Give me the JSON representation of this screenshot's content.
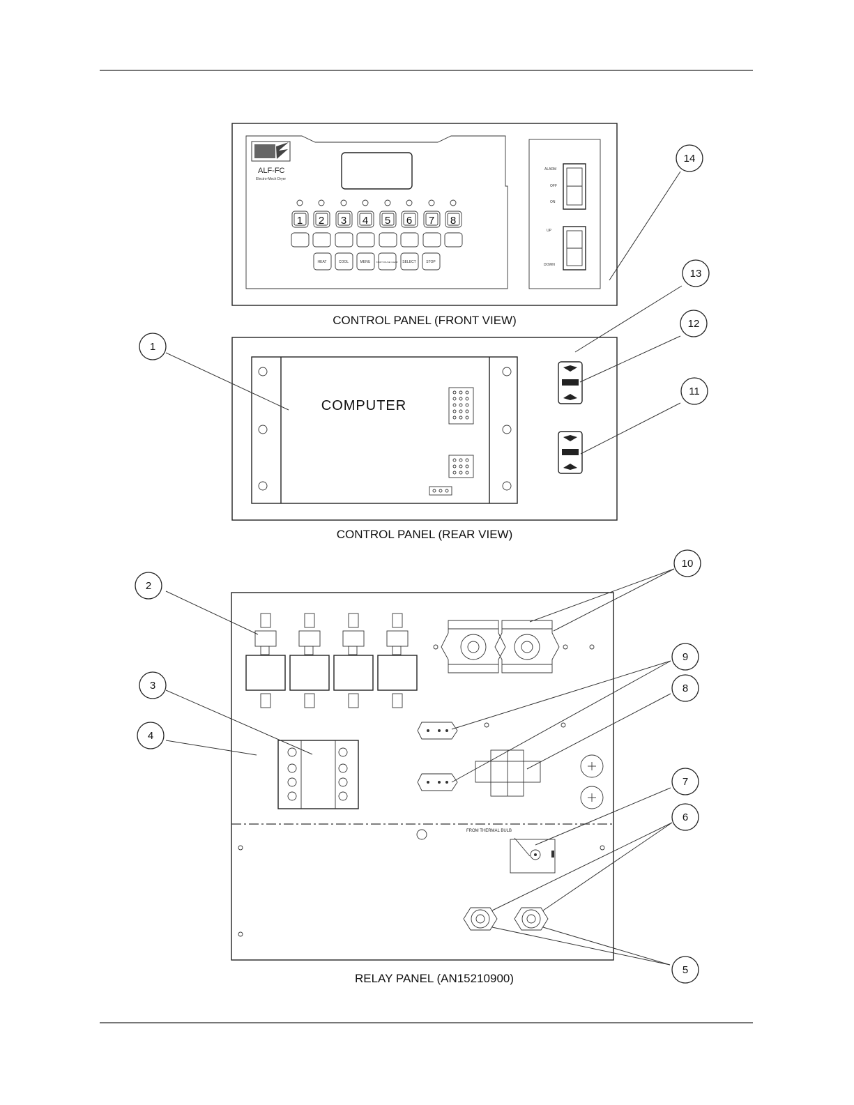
{
  "captions": {
    "front_view": "CONTROL PANEL (FRONT VIEW)",
    "rear_view": "CONTROL PANEL (REAR VIEW)",
    "relay_panel": "RELAY PANEL (AN15210900)"
  },
  "front_panel": {
    "model": "ALF-FC",
    "model_sub": "Electro-Mech Dryer",
    "keys": [
      "1",
      "2",
      "3",
      "4",
      "5",
      "6",
      "7",
      "8"
    ],
    "func_keys": [
      "HEAT",
      "COOL",
      "MENU",
      "START PAUSE CLEAR",
      "SELECT",
      "STOP"
    ],
    "switch1_labels": [
      "ALARM",
      "OFF",
      "ON"
    ],
    "switch2_labels": [
      "UP",
      "DOWN"
    ]
  },
  "rear_panel": {
    "computer_label": "COMPUTER"
  },
  "relay_panel": {
    "thermal_note": "FROM THERMAL BULB"
  },
  "callouts": [
    "1",
    "2",
    "3",
    "4",
    "5",
    "6",
    "7",
    "8",
    "9",
    "10",
    "11",
    "12",
    "13",
    "14"
  ]
}
